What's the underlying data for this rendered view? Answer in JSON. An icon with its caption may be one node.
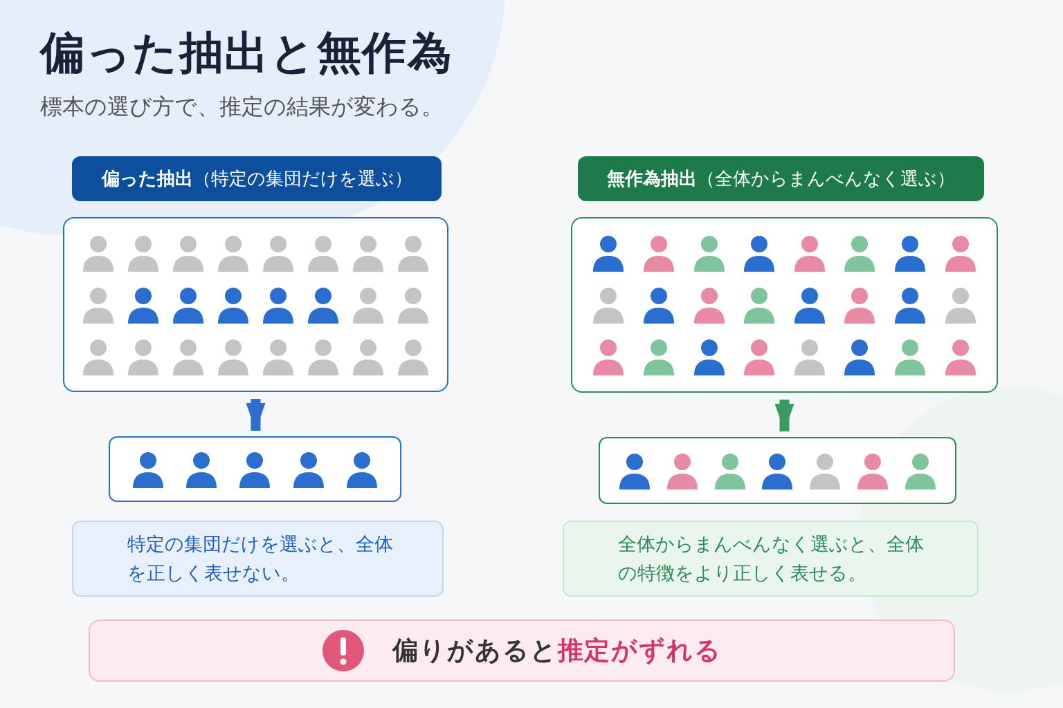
{
  "diagram": {
    "title": "偏った抽出と無作為",
    "nodes": [
      {
        "text": [
          "**偏った抽出**（特定の集団だけを選ぶ）"
        ]
      },
      {
        "text": [],
        "shape": "box"
      },
      {
        "text": [],
        "shape": "box"
      },
      {
        "text": [
          "特定の集団だけを選ぶと、全体を正しく表せない。"
        ]
      },
      {
        "text": [
          "**無作為抽出**（全体からまんべんなく選ぶ）"
        ]
      },
      {
        "text": [],
        "shape": "box"
      },
      {
        "text": [],
        "shape": "box"
      },
      {
        "text": [
          "全体からまんべんなく選ぶと、全体の特徴をより正しく表せる。"
        ]
      },
      {
        "text": [
          "偏りがあると",
          "推定がずれる"
        ]
      }
    ],
    "edges": [
      {
        "from": 1,
        "to": 2,
        "arrow": "to",
        "color": "#2a6fcf"
      },
      {
        "from": 5,
        "to": 6,
        "arrow": "to",
        "color": "#3a9a62"
      }
    ],
    "labels": [
      "標本の選び方で、推定の結果が変わる。"
    ]
  }
}
